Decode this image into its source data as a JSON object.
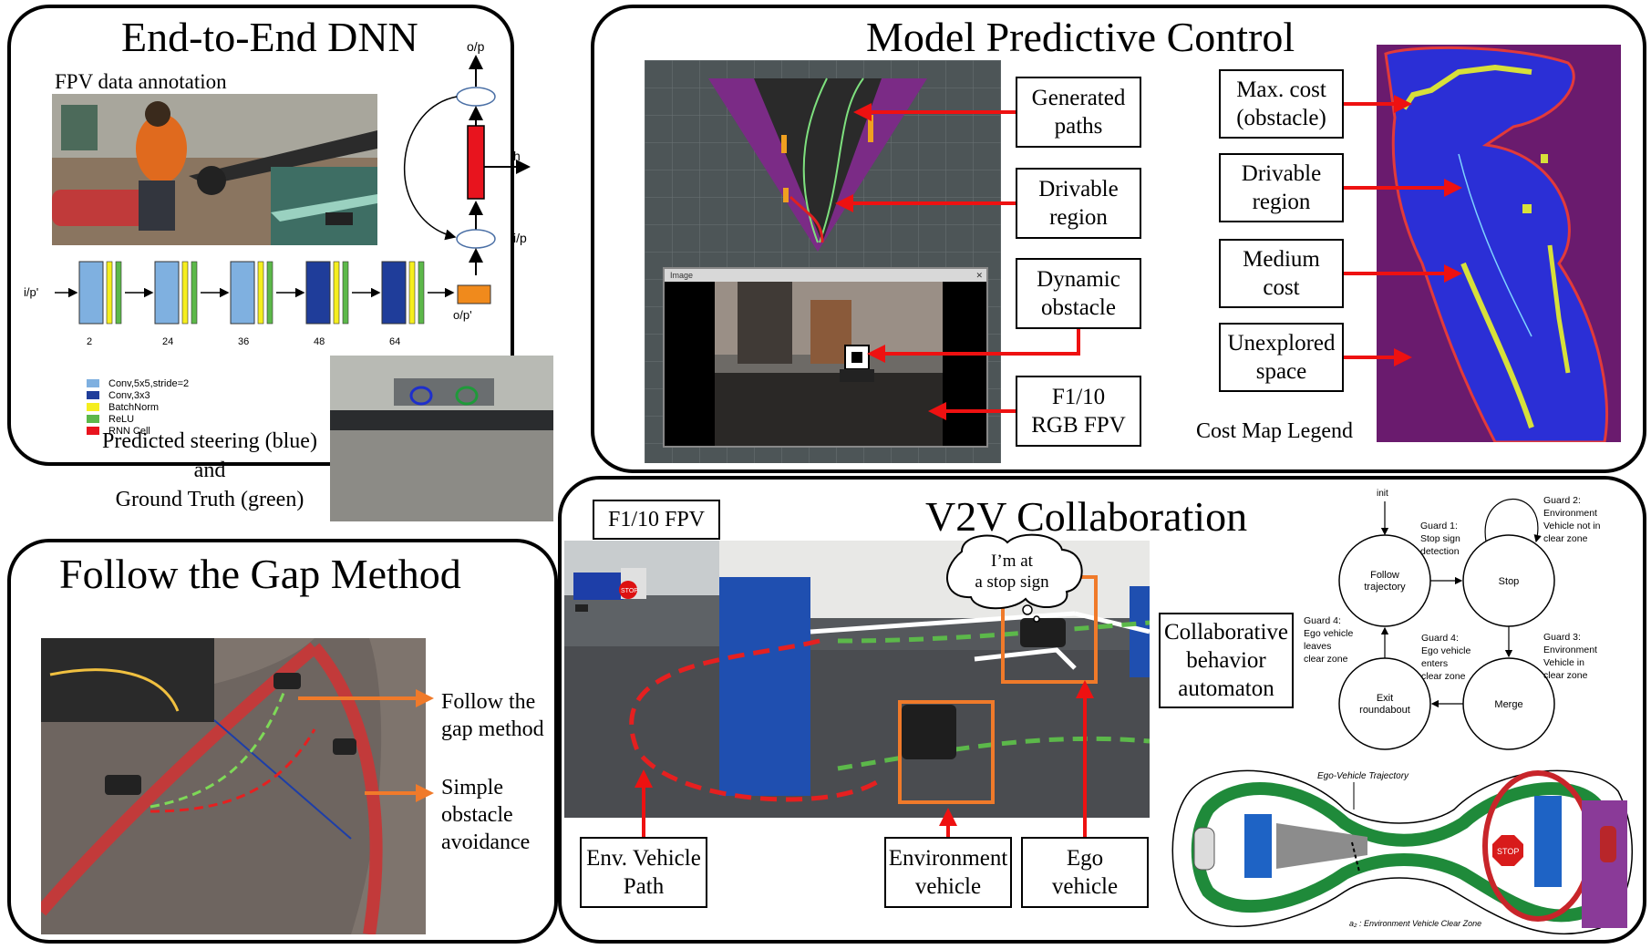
{
  "colors": {
    "arrow_red": "#ee1111",
    "arrow_orange": "#f07a2a",
    "costmap_purple": "#6a1b6e",
    "costmap_blue": "#2b2fd6",
    "costmap_yellow": "#d7e03a",
    "track_green": "#1f8a3a"
  },
  "dnn": {
    "title": "End-to-End DNN",
    "fpv_label": "FPV data annotation",
    "rnn": {
      "output": "o/p",
      "hidden": "h",
      "input": "i/p"
    },
    "cnn": {
      "input": "i/p'",
      "output": "o/p'",
      "channels": [
        "2",
        "24",
        "36",
        "48",
        "64"
      ]
    },
    "legend": [
      {
        "label": "Conv,5x5,stride=2",
        "color": "#7fb0e0"
      },
      {
        "label": "Conv,3x3",
        "color": "#1f3d9a"
      },
      {
        "label": "BatchNorm",
        "color": "#f5ee1e"
      },
      {
        "label": "ReLU",
        "color": "#5cb84a"
      },
      {
        "label": "RNN Cell",
        "color": "#e8141e"
      }
    ],
    "caption": "Predicted steering (blue)\nand\nGround Truth (green)"
  },
  "mpc": {
    "title": "Model Predictive Control",
    "window_title": "Image",
    "labels": [
      "Generated\npaths",
      "Drivable\nregion",
      "Dynamic\nobstacle",
      "F1/10\nRGB FPV"
    ],
    "costmap_labels": [
      "Max. cost\n(obstacle)",
      "Drivable\nregion",
      "Medium\ncost",
      "Unexplored\nspace"
    ],
    "costmap_legend": "Cost Map Legend"
  },
  "gap": {
    "title": "Follow the Gap Method",
    "labels": [
      "Follow the\ngap method",
      "Simple\nobstacle\navoidance"
    ]
  },
  "v2v": {
    "title": "V2V Collaboration",
    "fpv_label": "F1/10 FPV",
    "stop_sign": "STOP",
    "speech": "I’m at\na stop sign",
    "labels": [
      "Env. Vehicle\nPath",
      "Environment\nvehicle",
      "Ego\nvehicle"
    ],
    "automaton_label": "Collaborative\nbehavior\nautomaton",
    "automaton": {
      "init": "init",
      "states": [
        "Follow\ntrajectory",
        "Stop",
        "Merge",
        "Exit\nroundabout"
      ],
      "guards": [
        "Guard 1:\nStop sign\ndetection",
        "Guard 2:\nEnvironment\nVehicle not in\nclear zone",
        "Guard 3:\nEnvironment\nVehicle in\nclear zone",
        "Guard 4:\nEgo vehicle\nenters\nclear zone",
        "Guard 4:\nEgo vehicle\nleaves\nclear zone"
      ]
    },
    "track": {
      "trajectory_label": "Ego-Vehicle Trajectory",
      "clear_zone_label": "a₂ : Environment Vehicle Clear Zone",
      "stop": "STOP"
    }
  }
}
